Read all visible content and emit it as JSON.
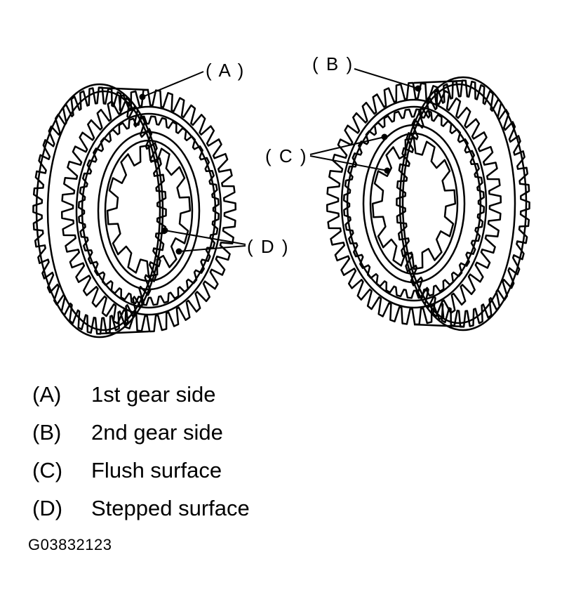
{
  "callouts": {
    "a": "( A )",
    "b": "( B )",
    "c": "( C )",
    "d": "( D )"
  },
  "legend": [
    {
      "key": "(A)",
      "text": "1st gear side"
    },
    {
      "key": "(B)",
      "text": "2nd gear side"
    },
    {
      "key": "(C)",
      "text": "Flush surface"
    },
    {
      "key": "(D)",
      "text": "Stepped surface"
    }
  ],
  "figure_id": "G03832123"
}
